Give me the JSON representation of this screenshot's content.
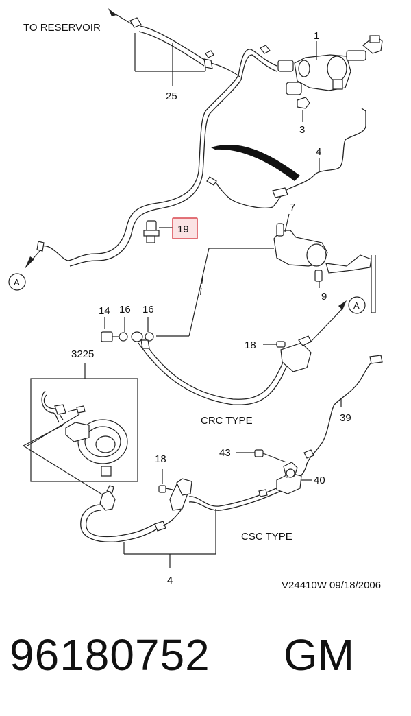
{
  "diagram": {
    "labels": {
      "reservoir": "TO RESERVOIR",
      "p1": "1",
      "p25": "25",
      "p3": "3",
      "p4_top": "4",
      "p19": "19",
      "p7": "7",
      "p9": "9",
      "a_left": "A",
      "a_right": "A",
      "p14": "14",
      "p16a": "16",
      "p16b": "16",
      "p18_top": "18",
      "p3225": "3225",
      "crc": "CRC TYPE",
      "p39": "39",
      "p43": "43",
      "p18_bottom": "18",
      "p40": "40",
      "csc": "CSC TYPE",
      "p4_bottom": "4",
      "code": "V24410W  09/18/2006"
    },
    "highlight_color": "#d9474f",
    "highlight_fill": "#fbe3e4"
  },
  "footer": {
    "part_number": "96180752",
    "brand": "GM"
  }
}
